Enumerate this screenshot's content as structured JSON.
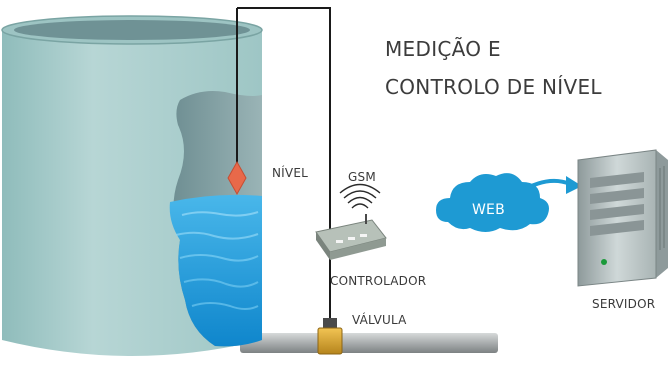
{
  "diagram": {
    "title_line1": "MEDIÇÃO E",
    "title_line2": "CONTROLO DE NÍVEL",
    "labels": {
      "level": "NÍVEL",
      "gsm": "GSM",
      "controller": "CONTROLADOR",
      "valve": "VÁLVULA",
      "web": "WEB",
      "server": "SERVIDOR"
    },
    "colors": {
      "tank": "#a9cdcc",
      "water": "#1f9ad6",
      "pipe": "#a8acad",
      "float": "#e8694a",
      "valve": "#d3a12b",
      "cloud": "#1e9ad3",
      "wire": "#1a1a1a",
      "server": "#b8c2c2"
    }
  }
}
